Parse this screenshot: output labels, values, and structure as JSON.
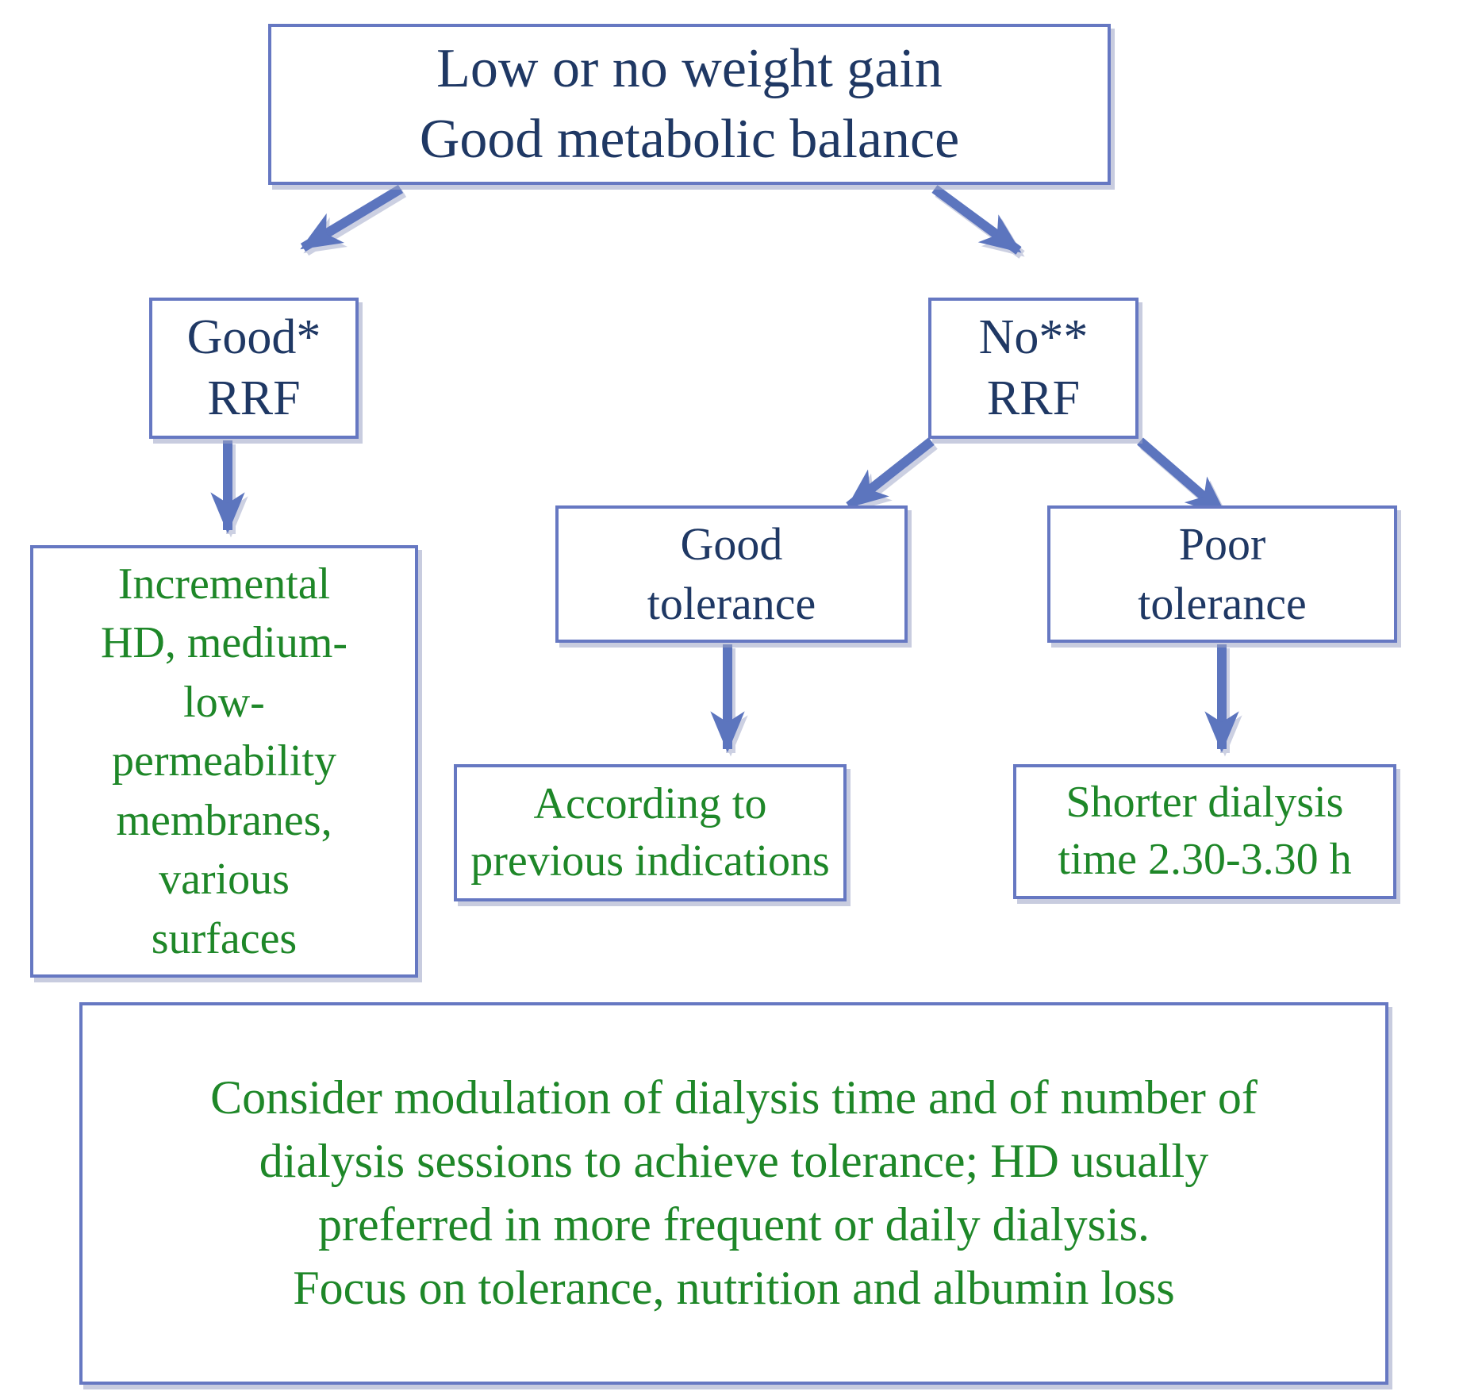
{
  "figure": {
    "type": "flowchart",
    "colors": {
      "box_border": "#6678c2",
      "blue_text": "#1f3864",
      "green_text": "#1e8728",
      "arrow": "#5b74be",
      "background": "#ffffff"
    },
    "nodes": {
      "root": {
        "lines": [
          "Low or no weight gain",
          "Good metabolic balance"
        ]
      },
      "good_rrf": {
        "lines": [
          "Good*",
          "RRF"
        ]
      },
      "no_rrf": {
        "lines": [
          "No**",
          "RRF"
        ]
      },
      "incremental": {
        "lines": [
          "Incremental",
          "HD, medium-",
          "low-",
          "permeability",
          "membranes,",
          "various",
          "surfaces"
        ]
      },
      "good_tolerance": {
        "lines": [
          "Good",
          "tolerance"
        ]
      },
      "poor_tolerance": {
        "lines": [
          "Poor",
          "tolerance"
        ]
      },
      "according": {
        "lines": [
          "According to",
          "previous indications"
        ]
      },
      "shorter": {
        "lines": [
          "Shorter dialysis",
          "time 2.30-3.30 h"
        ]
      },
      "consider": {
        "lines": [
          "Consider modulation of dialysis time and of number of",
          "dialysis sessions to achieve tolerance; HD usually",
          "preferred in more frequent or daily dialysis.",
          "Focus on tolerance, nutrition and albumin loss"
        ]
      }
    },
    "edges": [
      {
        "from": "root",
        "to": "good_rrf"
      },
      {
        "from": "root",
        "to": "no_rrf"
      },
      {
        "from": "good_rrf",
        "to": "incremental"
      },
      {
        "from": "no_rrf",
        "to": "good_tolerance"
      },
      {
        "from": "no_rrf",
        "to": "poor_tolerance"
      },
      {
        "from": "good_tolerance",
        "to": "according"
      },
      {
        "from": "poor_tolerance",
        "to": "shorter"
      }
    ]
  }
}
